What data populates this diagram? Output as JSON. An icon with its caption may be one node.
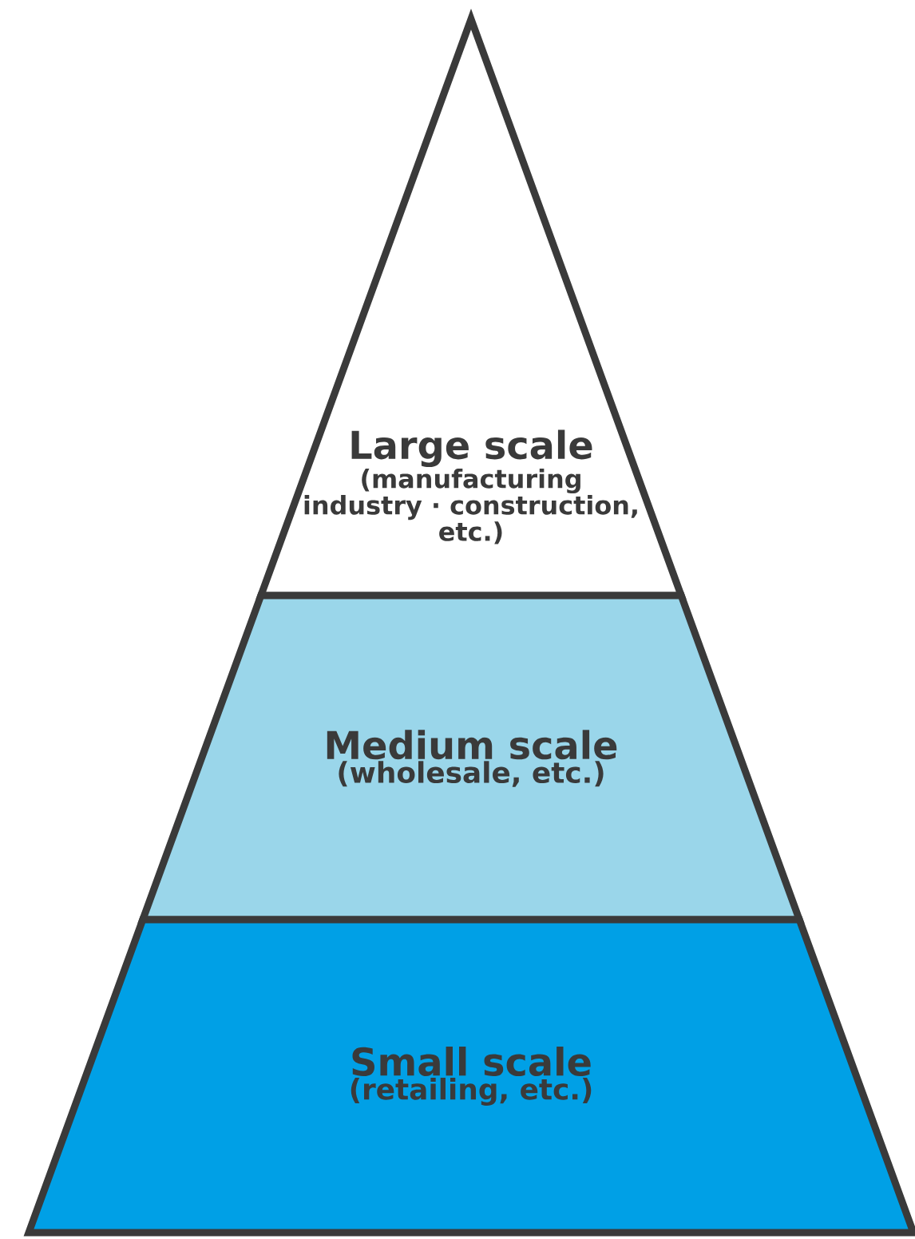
{
  "diagram": {
    "nodes": [
      {
        "text": [
          "Large scale",
          "(manufacturing industry · construction, etc.)"
        ]
      },
      {
        "text": [
          "Medium scale",
          "(wholesale, etc.)"
        ]
      },
      {
        "text": [
          "Small scale",
          "(retailing, etc.)"
        ]
      }
    ]
  }
}
